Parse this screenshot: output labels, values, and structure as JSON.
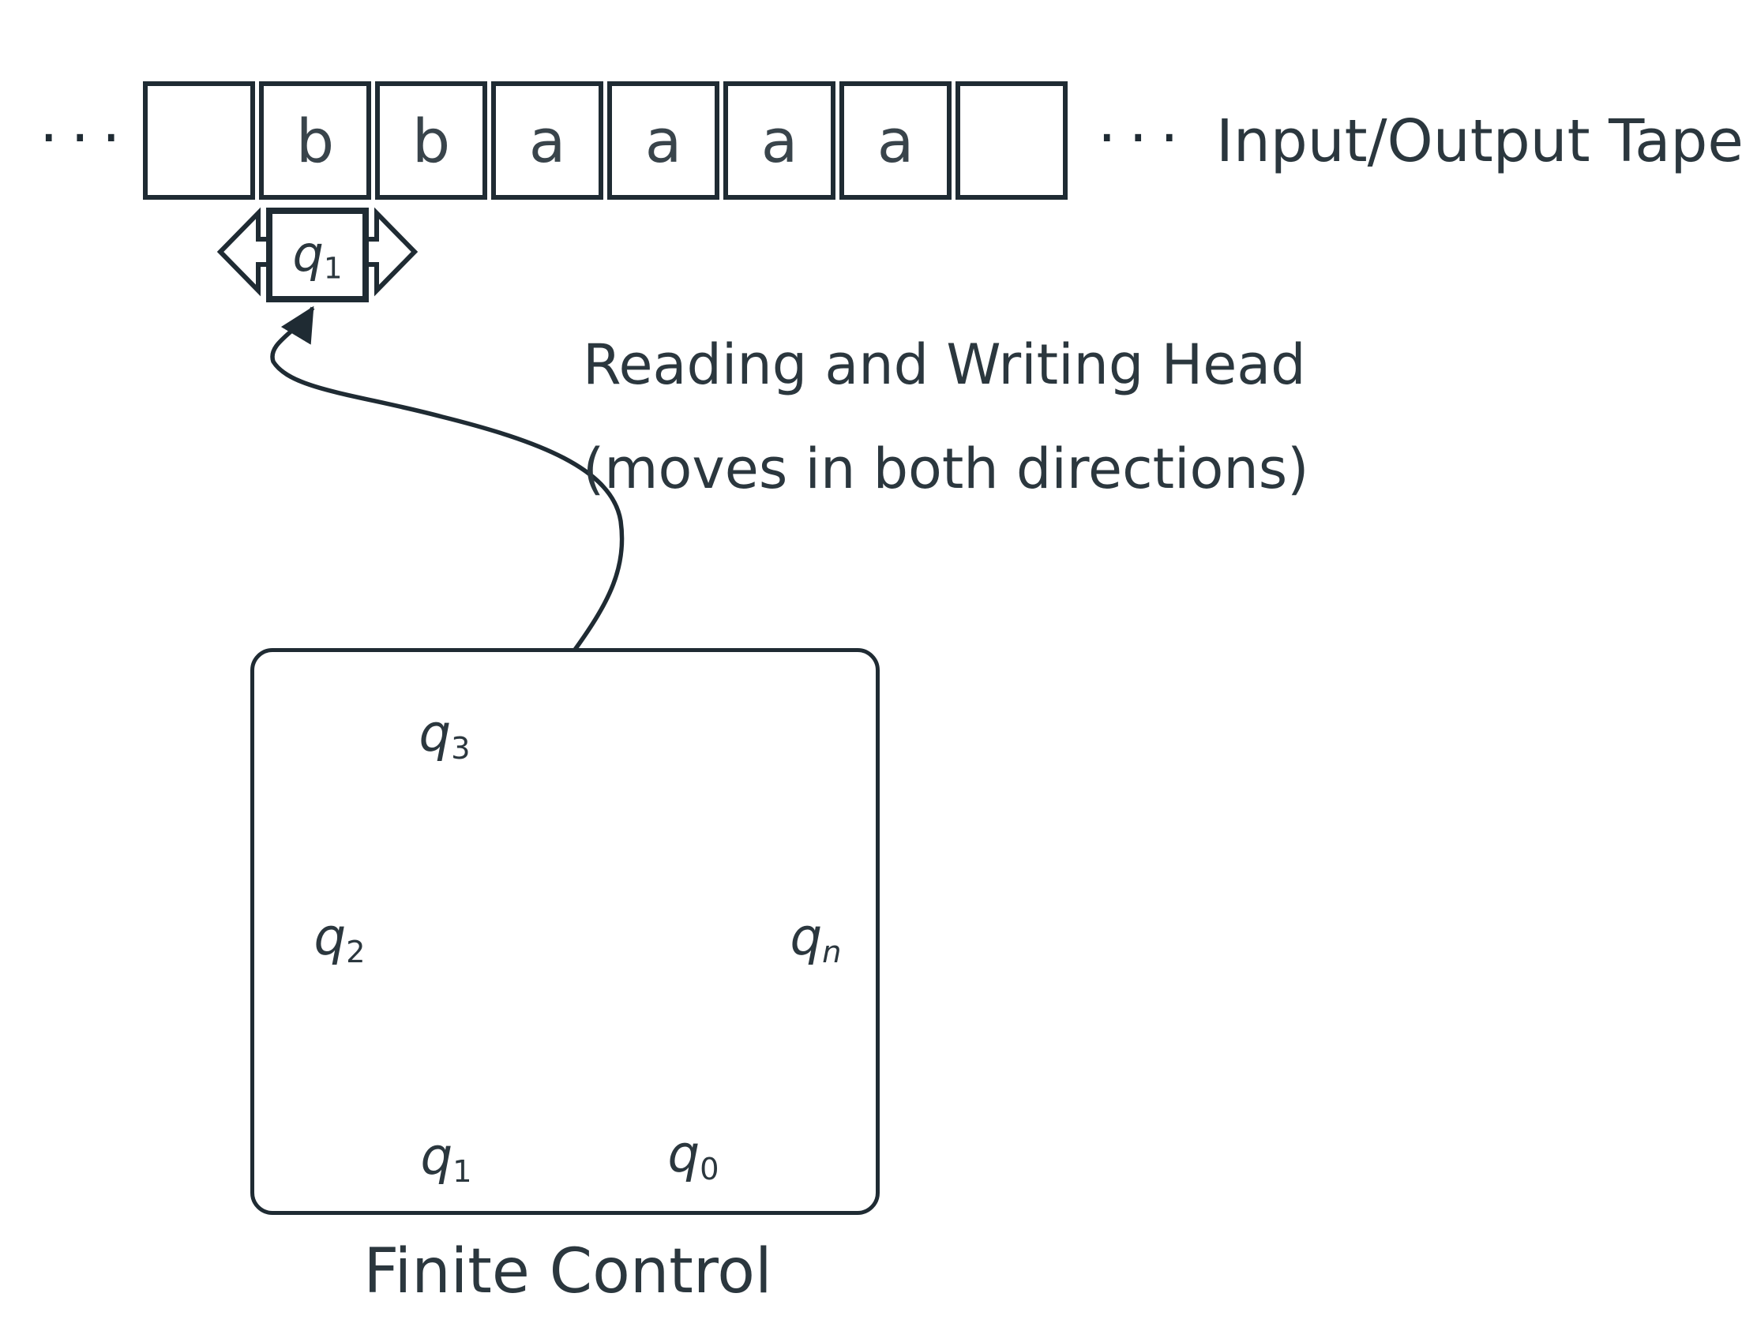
{
  "tape": {
    "cells": [
      "",
      "b",
      "b",
      "a",
      "a",
      "a",
      "a",
      ""
    ],
    "left_ellipsis": "···",
    "right_ellipsis": "···",
    "label": "Input/Output Tape"
  },
  "head": {
    "state": {
      "base": "q",
      "sub": "1"
    },
    "caption_line1": "Reading and Writing Head",
    "caption_line2": "(moves in both directions)"
  },
  "finite_control": {
    "label": "Finite Control",
    "states": [
      {
        "base": "q",
        "sub": "3"
      },
      {
        "base": "q",
        "sub": "2"
      },
      {
        "base": "q",
        "sub": "n"
      },
      {
        "base": "q",
        "sub": "1"
      },
      {
        "base": "q",
        "sub": "0"
      }
    ]
  },
  "colors": {
    "ink": "#1f2b33",
    "text": "#2b373e"
  }
}
